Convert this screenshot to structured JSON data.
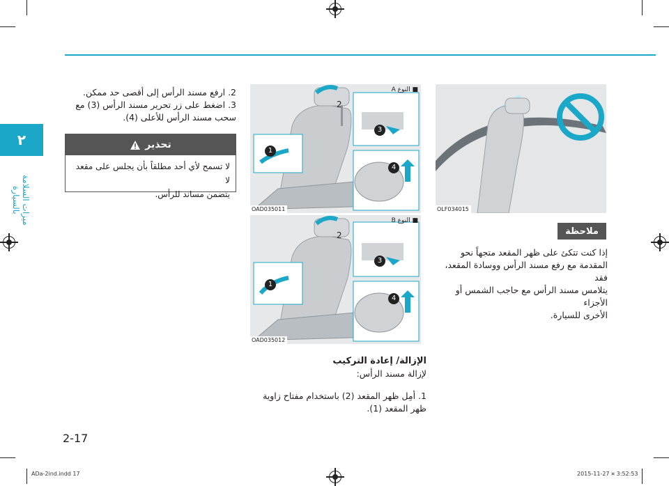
{
  "chapter": {
    "tab_number": "٢",
    "vertical_label": "ميزات السلامة بالسيارة"
  },
  "page_number": "2-17",
  "left_column": {
    "steps_top": [
      "2. ارفع مسند الرأس إلى أقصى حد ممكن.",
      "3. اضغط على زر تحرير مسند الرأس (3) مع",
      "سحب مسند الرأس للأعلى (4)."
    ],
    "warning": {
      "title": "تحذير",
      "body": [
        "لا تسمح لأي أحد مطلقاً بأن يجلس على مقعد لا",
        "يتضمن مساند للرأس."
      ]
    }
  },
  "middle_column": {
    "photo_a": {
      "type_label": "■ النوع A",
      "code": "OAD035011",
      "callouts": [
        "1",
        "2",
        "3",
        "4"
      ]
    },
    "photo_b": {
      "type_label": "■ النوع B",
      "code": "OAD035012",
      "callouts": [
        "1",
        "2",
        "3",
        "4"
      ]
    },
    "install_heading": "الإزالة/ إعادة التركيب",
    "install_sub": "لإزالة مسند الرأس:",
    "install_steps": [
      "1. أمِل ظهر المقعد (2) باستخدام مفتاح زاوية",
      "ظهر المقعد (1)."
    ]
  },
  "right_column": {
    "photo": {
      "code": "OLF034015"
    },
    "note": {
      "title": "ملاحظة",
      "body": [
        "إذا كنت تتكئ على ظهر المقعد متجهاً نحو",
        "المقدمة مع رفع مسند الرأس ووسادة المقعد، فقد",
        "يتلامس مسند الرأس مع حاجب الشمس أو الأجزاء",
        "الأخرى للسيارة."
      ]
    }
  },
  "footer": {
    "file": "ADa-2ind.indd   17",
    "date": "2015-11-27   ¤ 3:52:53"
  },
  "colors": {
    "accent": "#1aa7c8",
    "dark_box": "#555555",
    "prohibit": "#1aa7c8"
  }
}
